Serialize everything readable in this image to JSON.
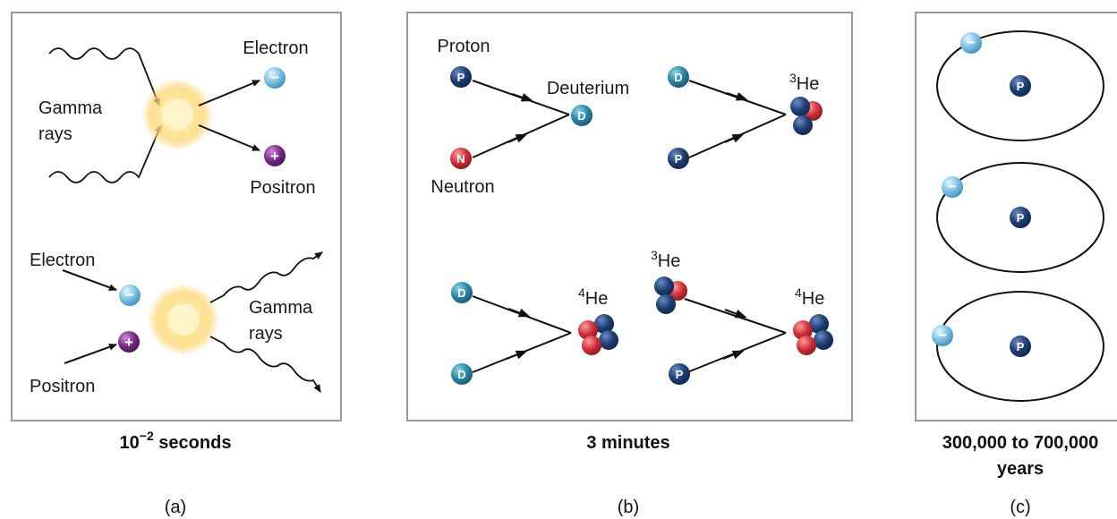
{
  "panels": {
    "a": {
      "top": {
        "label_electron": "Electron",
        "label_gamma_1": "Gamma",
        "label_gamma_2": "rays",
        "label_positron": "Positron"
      },
      "bottom": {
        "label_electron": "Electron",
        "label_gamma_1": "Gamma",
        "label_gamma_2": "rays",
        "label_positron": "Positron"
      },
      "caption_base": "10",
      "caption_exp": "−2",
      "caption_rest": " seconds",
      "sublabel": "(a)"
    },
    "b": {
      "label_proton": "Proton",
      "label_neutron": "Neutron",
      "label_deuterium": "Deuterium",
      "he3_mass": "3",
      "he4_mass": "4",
      "he_symbol": "He",
      "caption": "3 minutes",
      "sublabel": "(b)"
    },
    "c": {
      "caption_line1": "300,000 to 700,000",
      "caption_line2": "years",
      "sublabel": "(c)"
    }
  },
  "particles": {
    "proton_symbol": "P",
    "neutron_symbol": "N",
    "deuterium_symbol": "D",
    "electron_symbol": "−",
    "positron_symbol": "+"
  },
  "colors": {
    "proton": "#1f3f73",
    "neutron": "#d0303a",
    "deuterium": "#2a86a8",
    "electron": "#6fb8de",
    "positron": "#7a2a8a",
    "flash": "#ffd66b"
  }
}
